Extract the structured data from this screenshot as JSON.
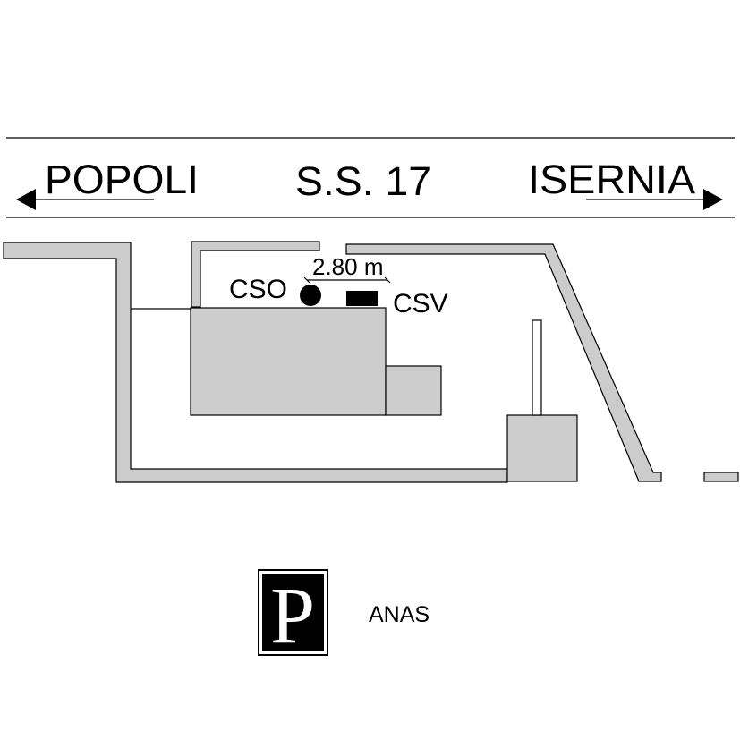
{
  "road": {
    "left_direction": "POPOLI",
    "center_label": "S.S. 17",
    "right_direction": "ISERNIA"
  },
  "markers": {
    "cso_label": "CSO",
    "csv_label": "CSV",
    "distance_label": "2.80 m"
  },
  "logo": {
    "glyph": "P",
    "org_label": "ANAS"
  },
  "colors": {
    "structure_fill": "#cccccc",
    "line": "#000000",
    "background": "#ffffff"
  }
}
